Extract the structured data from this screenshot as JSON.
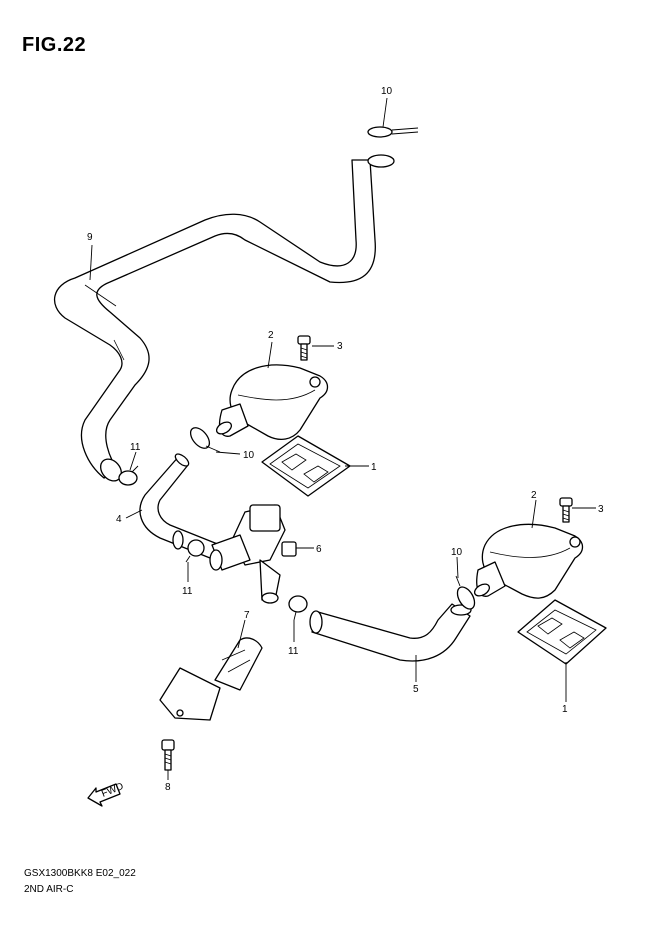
{
  "figure": {
    "title": "FIG.22"
  },
  "footer": {
    "model_code": "GSX1300BKK8 E02_022",
    "section_name": "2ND AIR-C"
  },
  "callouts": {
    "c10a": "10",
    "c9": "9",
    "c2a": "2",
    "c3a": "3",
    "c10b": "10",
    "c1a": "1",
    "c11a": "11",
    "c4": "4",
    "c6": "6",
    "c11b": "11",
    "c11c": "11",
    "c7": "7",
    "c2b": "2",
    "c3b": "3",
    "c10c": "10",
    "c5": "5",
    "c1b": "1",
    "c8": "8"
  },
  "fwd_label": "FWD"
}
